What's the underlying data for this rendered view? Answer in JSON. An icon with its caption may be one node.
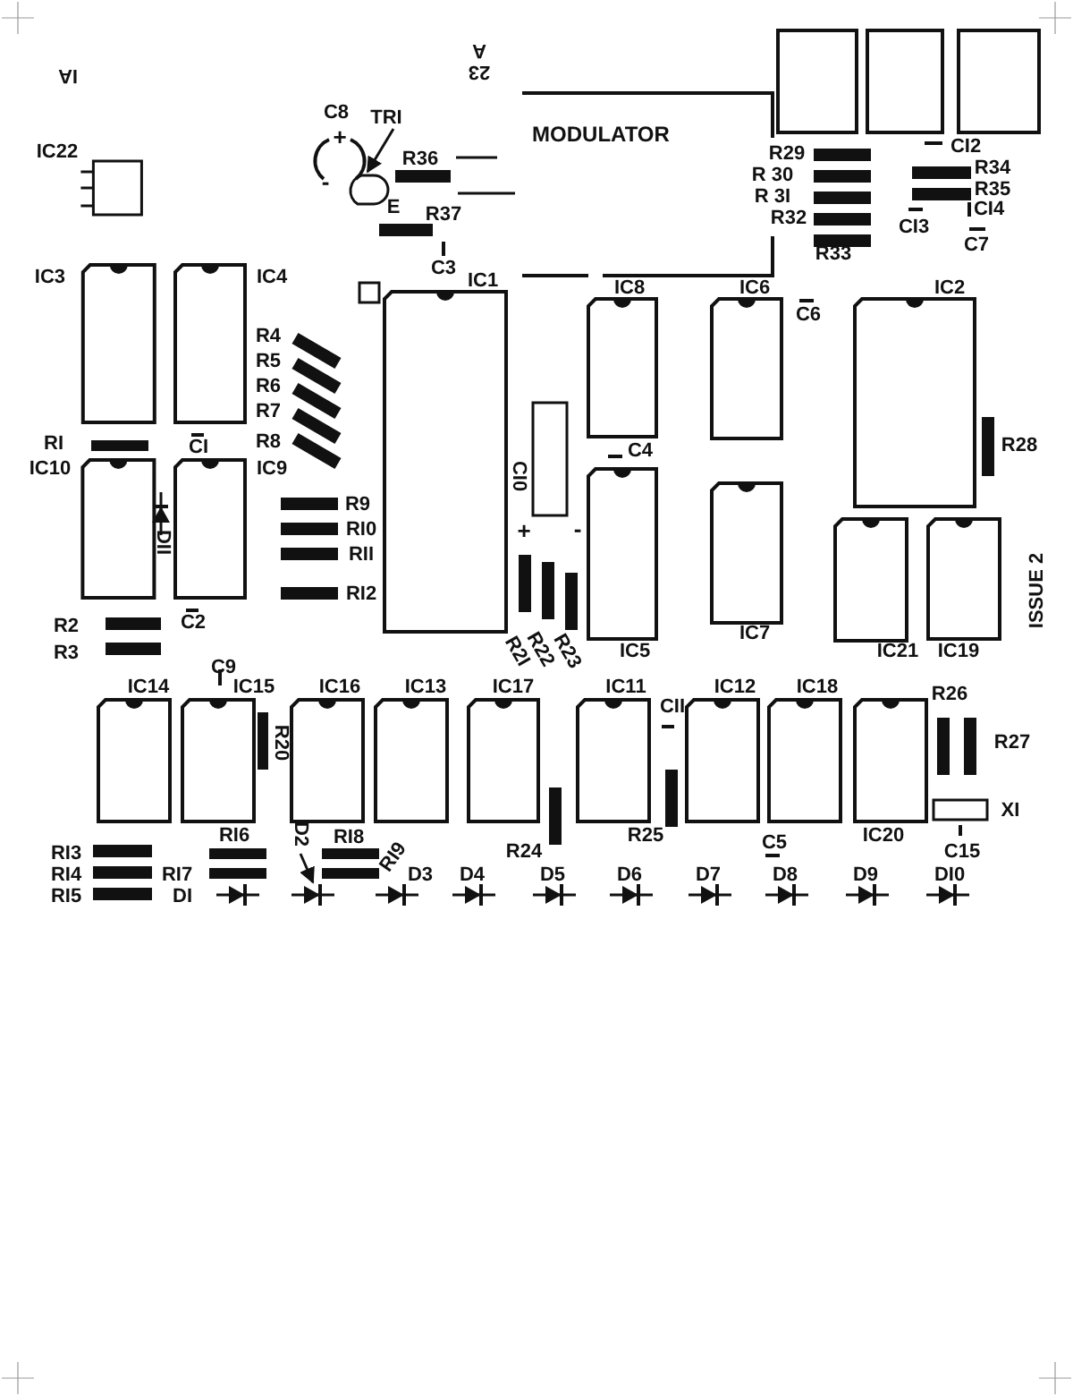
{
  "diagram": {
    "nodes": [
      {
        "text": [
          "IC22"
        ]
      },
      {
        "text": [
          "TRI"
        ]
      },
      {
        "text": [],
        "shape": "picture"
      },
      {
        "text": [
          "MODULATOR"
        ]
      },
      {
        "text": [],
        "shape": "box"
      },
      {
        "text": [],
        "shape": "box"
      },
      {
        "text": [],
        "shape": "box"
      },
      {
        "text": [
          "IC3"
        ]
      },
      {
        "text": [
          "IC4"
        ]
      },
      {
        "text": [
          "IC1"
        ]
      },
      {
        "text": [
          "IC8"
        ]
      },
      {
        "text": [
          "IC6"
        ]
      },
      {
        "text": [
          "IC2"
        ]
      },
      {
        "text": [
          "IC10"
        ]
      },
      {
        "text": [
          "IC9"
        ]
      },
      {
        "text": [
          "CI0"
        ]
      },
      {
        "text": [
          "IC5"
        ]
      },
      {
        "text": [
          "IC7"
        ]
      },
      {
        "text": [
          "IC21"
        ]
      },
      {
        "text": [
          "IC19"
        ]
      },
      {
        "text": [
          "IC14"
        ]
      },
      {
        "text": [
          "IC15"
        ]
      },
      {
        "text": [
          "IC16"
        ]
      },
      {
        "text": [
          "IC13"
        ]
      },
      {
        "text": [
          "IC17"
        ]
      },
      {
        "text": [
          "IC11"
        ]
      },
      {
        "text": [
          "IC12"
        ]
      },
      {
        "text": [
          "IC18"
        ]
      },
      {
        "text": [
          "IC20"
        ]
      },
      {
        "text": [
          "D2"
        ]
      },
      {
        "text": [],
        "shape": "picture"
      },
      {
        "text": [
          "XI"
        ]
      }
    ],
    "edges": [
      {
        "from": 1,
        "to": 2,
        "arrow": "to"
      },
      {
        "from": 29,
        "to": 30,
        "arrow": "to"
      }
    ],
    "labels": [
      "IA",
      "23 A",
      "C8",
      "R36",
      "E",
      "R37",
      "C3",
      "R29",
      "R 30",
      "R 3I",
      "R32",
      "R33",
      "CI2",
      "R34",
      "R35",
      "CI4",
      "CI3",
      "C7",
      "R4",
      "R5",
      "R6",
      "R7",
      "RI",
      "CI",
      "R8",
      "DII",
      "R9",
      "RI0",
      "RII",
      "RI2",
      "C4",
      "C6",
      "R28",
      "R2I",
      "R22",
      "R23",
      "R2",
      "C2",
      "R3",
      "ISSUE 2",
      "C9",
      "R20",
      "CII",
      "R26",
      "R27",
      "R24",
      "R25",
      "C15",
      "C5",
      "RI3",
      "RI6",
      "RI8",
      "RI4",
      "RI7",
      "RI9",
      "D3",
      "D4",
      "D5",
      "D6",
      "D7",
      "D8",
      "D9",
      "DI0",
      "RI5",
      "DI",
      "+",
      "-",
      "+",
      "-"
    ]
  }
}
